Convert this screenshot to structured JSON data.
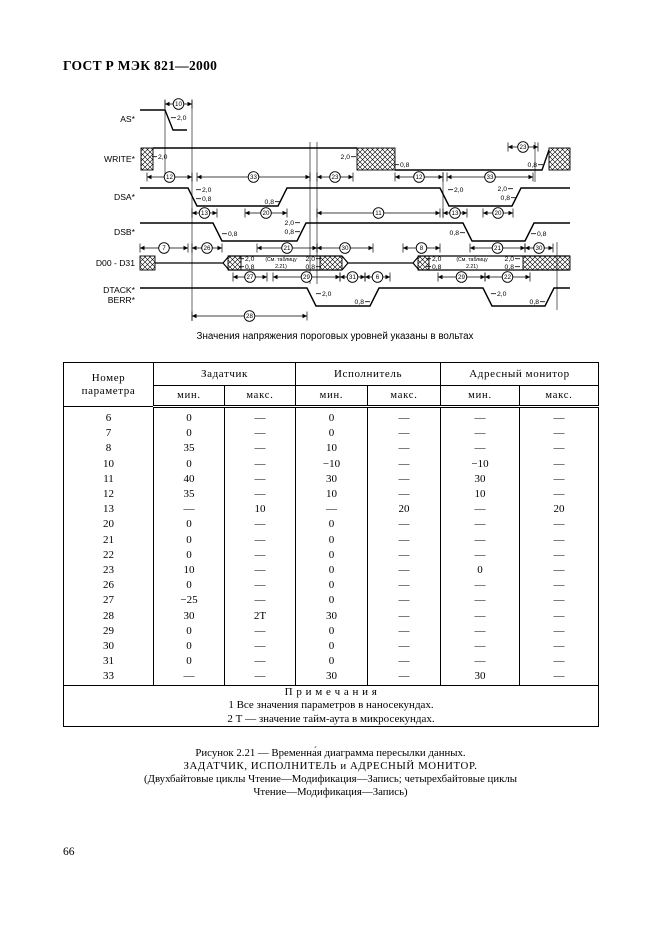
{
  "page": {
    "header": "ГОСТ Р МЭК 821—2000",
    "page_number": "66"
  },
  "diagram": {
    "caption": "Значения напряжения пороговых уровней указаны в вольтах",
    "signals": [
      "AS*",
      "WRITE*",
      "DSA*",
      "DSB*",
      "D00 - D31",
      "DTACK*",
      "BERR*"
    ],
    "bus_note": {
      "line1": "(См. таблицу",
      "line2": "2.21)"
    },
    "callouts": [
      "10",
      "12",
      "33",
      "23",
      "12",
      "33",
      "23",
      "13",
      "20",
      "11",
      "13",
      "20",
      "7",
      "26",
      "21",
      "30",
      "8",
      "21",
      "30",
      "27",
      "29",
      "31",
      "6",
      "29",
      "22",
      "28"
    ],
    "voltages": [
      "2,0",
      "2,0",
      "2,0",
      "0,8",
      "0,8",
      "2,0",
      "0,8",
      "0,8",
      "2,0",
      "2,0",
      "0,8",
      "0,8",
      "2,0",
      "0,8",
      "0,8",
      "0,8",
      "2,0",
      "0,8",
      "2,0",
      "0,8",
      "2,0",
      "0,8",
      "2,0",
      "0,8",
      "2,0",
      "0,8",
      "2,0",
      "0,8"
    ]
  },
  "table": {
    "col1_header_line1": "Номер",
    "col1_header_line2": "параметра",
    "groups": [
      "Задатчик",
      "Исполнитель",
      "Адресный монитор"
    ],
    "subheaders": [
      "мин.",
      "макс.",
      "мин.",
      "макс.",
      "мин.",
      "макс."
    ],
    "rows": [
      [
        "6",
        "0",
        "—",
        "0",
        "—",
        "—",
        "—"
      ],
      [
        "7",
        "0",
        "—",
        "0",
        "—",
        "—",
        "—"
      ],
      [
        "8",
        "35",
        "—",
        "10",
        "—",
        "—",
        "—"
      ],
      [
        "10",
        "0",
        "—",
        "−10",
        "—",
        "−10",
        "—"
      ],
      [
        "11",
        "40",
        "—",
        "30",
        "—",
        "30",
        "—"
      ],
      [
        "12",
        "35",
        "—",
        "10",
        "—",
        "10",
        "—"
      ],
      [
        "13",
        "—",
        "10",
        "—",
        "20",
        "—",
        "20"
      ],
      [
        "20",
        "0",
        "—",
        "0",
        "—",
        "—",
        "—"
      ],
      [
        "21",
        "0",
        "—",
        "0",
        "—",
        "—",
        "—"
      ],
      [
        "22",
        "0",
        "—",
        "0",
        "—",
        "—",
        "—"
      ],
      [
        "23",
        "10",
        "—",
        "0",
        "—",
        "0",
        "—"
      ],
      [
        "26",
        "0",
        "—",
        "0",
        "—",
        "—",
        "—"
      ],
      [
        "27",
        "−25",
        "—",
        "0",
        "—",
        "—",
        "—"
      ],
      [
        "28",
        "30",
        "2T",
        "30",
        "—",
        "—",
        "—"
      ],
      [
        "29",
        "0",
        "—",
        "0",
        "—",
        "—",
        "—"
      ],
      [
        "30",
        "0",
        "—",
        "0",
        "—",
        "—",
        "—"
      ],
      [
        "31",
        "0",
        "—",
        "0",
        "—",
        "—",
        "—"
      ],
      [
        "33",
        "—",
        "—",
        "30",
        "—",
        "30",
        "—"
      ]
    ],
    "notes_title": "П р и м е ч а н и я",
    "notes": [
      "1 Все значения параметров в наносекундах.",
      "2 Т — значение тайм-аута в микросекундах."
    ]
  },
  "figure_caption": {
    "line1": "Рисунок 2.21 — Временна́я диаграмма пересылки данных.",
    "line2": "ЗАДАТЧИК, ИСПОЛНИТЕЛЬ и АДРЕСНЫЙ МОНИТОР.",
    "line3": "(Двухбайтовые циклы Чтение—Модификация—Запись; четырехбайтовые циклы",
    "line4": "Чтение—Модификация—Запись)"
  }
}
